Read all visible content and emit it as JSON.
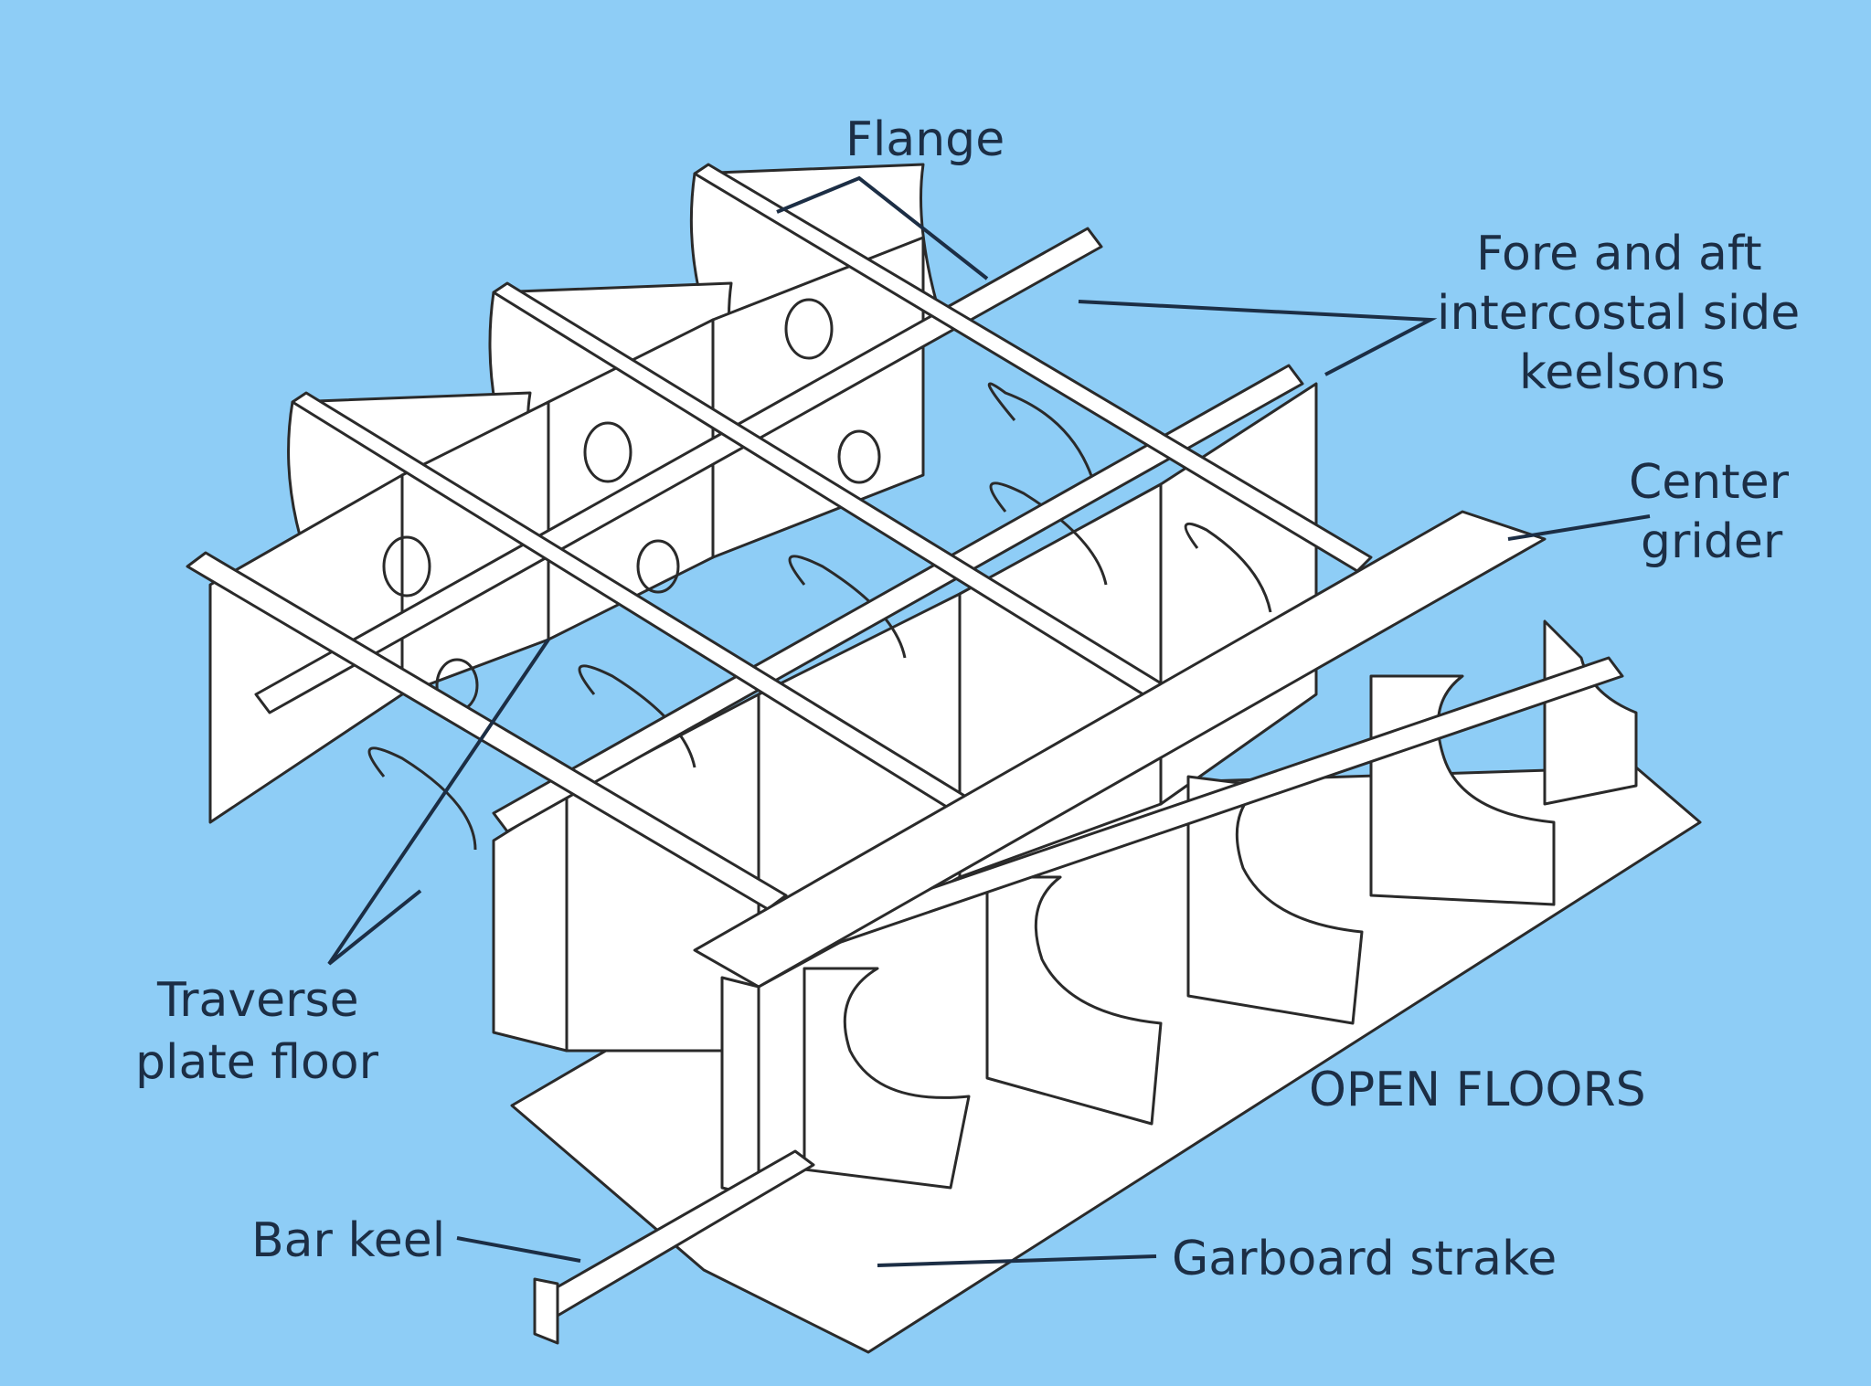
{
  "labels": {
    "flange": "Flange",
    "side_keelsons_1": "Fore and aft",
    "side_keelsons_2": "intercostal side",
    "side_keelsons_3": "keelsons",
    "center_girder_1": "Center",
    "center_girder_2": "grider",
    "transverse_1": "Traverse",
    "transverse_2": "plate floor",
    "open_floors": "OPEN FLOORS",
    "bar_keel": "Bar keel",
    "garboard": "Garboard strake"
  },
  "colors": {
    "background": "#8ecdf6",
    "structure": "#ffffff",
    "outline": "#2a2a2a",
    "text": "#1c2e45"
  }
}
